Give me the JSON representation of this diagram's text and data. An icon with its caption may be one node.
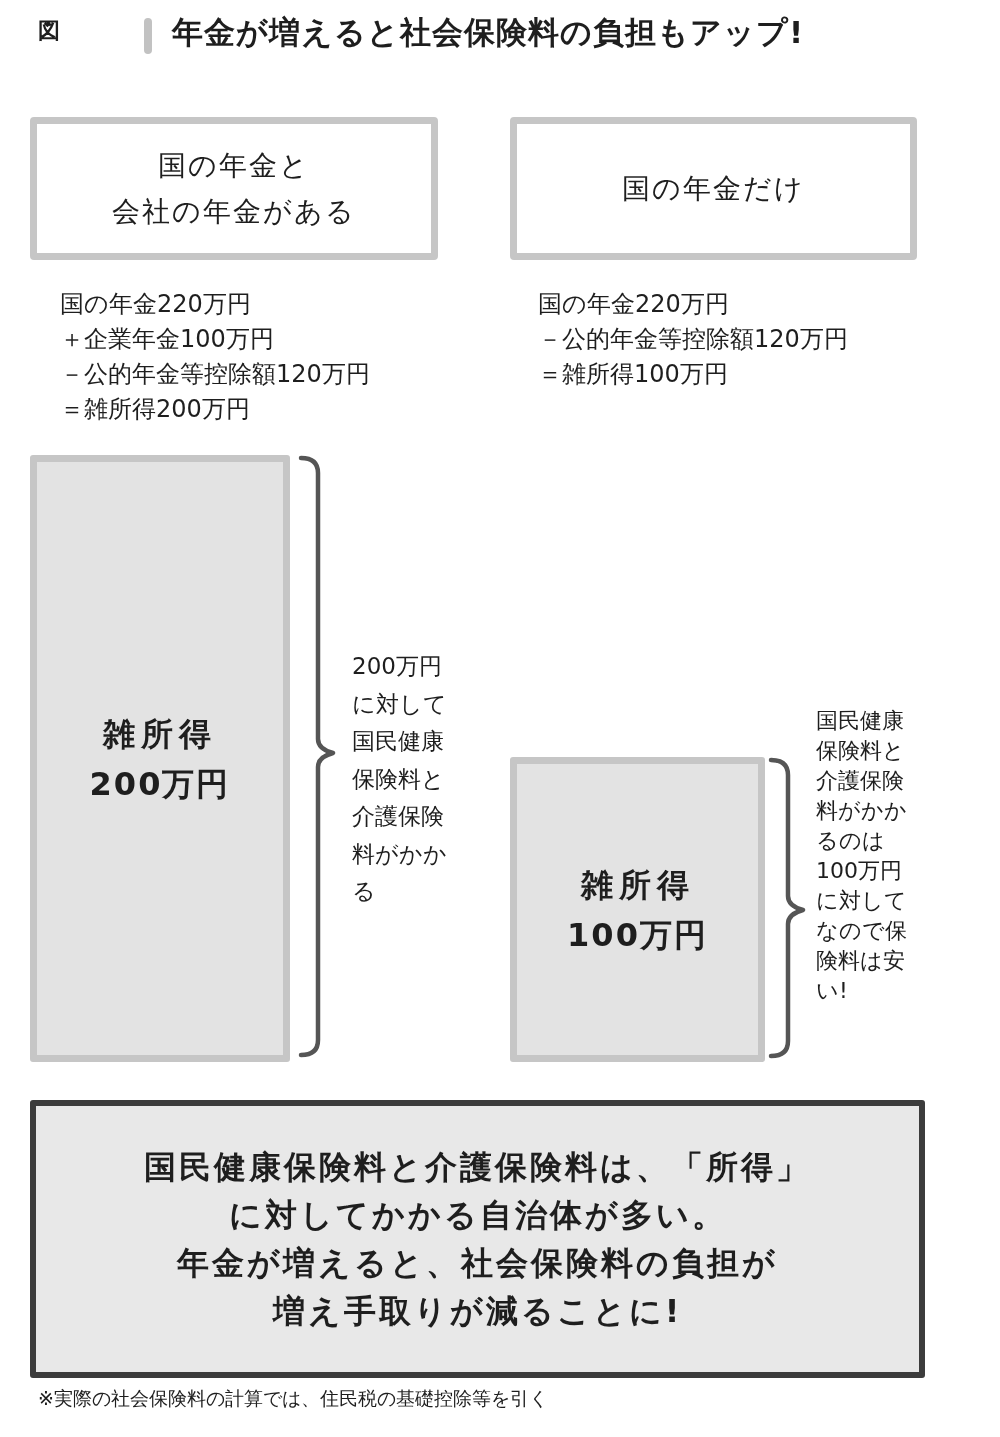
{
  "diagram": {
    "title": "年金が増えると社会保険料の負担もアップ!",
    "caption": "※実際の社会保険料の計算では、住民税の基礎控除等を引く",
    "nodes": [
      {
        "text": [
          "国の年金と会社の年金がある"
        ],
        "beside": [
          "国の年金220万円",
          "＋企業年金100万円",
          "－公的年金等控除額120万円",
          "＝雑所得200万円"
        ]
      },
      {
        "text": [
          "国の年金だけ"
        ],
        "beside": [
          "国の年金220万円",
          "－公的年金等控除額120万円",
          "＝雑所得100万円"
        ]
      },
      {
        "text": [
          "雑所得",
          "200万円"
        ],
        "beside": [
          "200万円に対して国民健康保険料と介護保険料がかかる"
        ]
      },
      {
        "text": [
          "雑所得",
          "100万円"
        ],
        "beside": [
          "国民健康保険料と介護保険料がかかるのは100万円に対してなので保険料は安い!"
        ]
      },
      {
        "text": [
          "国民健康保険料と介護保険料は、「所得」に対してかかる自治体が多い。",
          "年金が増えると、社会保険料の負担が増え手取りが減ることに!"
        ]
      }
    ],
    "edges": [],
    "labels": [
      "図"
    ]
  }
}
